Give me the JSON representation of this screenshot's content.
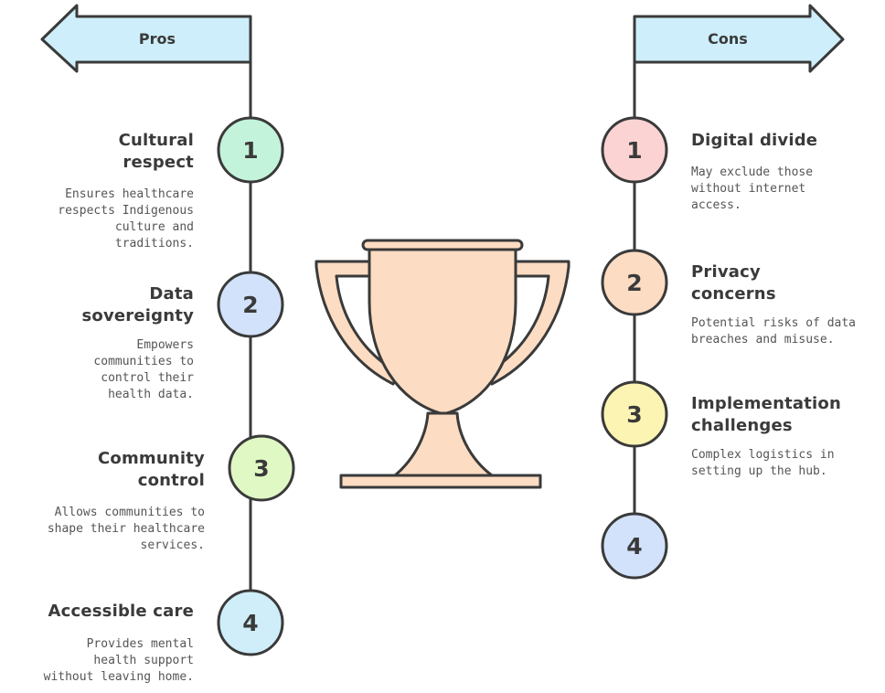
{
  "pros": {
    "label": "Pros",
    "items": [
      {
        "number": "1",
        "title": "Cultural respect",
        "description": "Ensures healthcare respects Indigenous culture and traditions."
      },
      {
        "number": "2",
        "title": "Data sovereignty",
        "description": "Empowers communities to control their health data."
      },
      {
        "number": "3",
        "title": "Community control",
        "description": "Allows communities to shape their healthcare services."
      },
      {
        "number": "4",
        "title": "Accessible care",
        "description": "Provides mental health support without leaving home."
      }
    ]
  },
  "cons": {
    "label": "Cons",
    "items": [
      {
        "number": "1",
        "title": "Digital divide",
        "description": "May exclude those without internet access."
      },
      {
        "number": "2",
        "title": "Privacy concerns",
        "description": "Potential risks of data breaches and misuse."
      },
      {
        "number": "3",
        "title": "Implementation challenges",
        "description": "Complex logistics in setting up the hub."
      },
      {
        "number": "4",
        "title": "",
        "description": ""
      }
    ]
  },
  "colors": {
    "banner_fill": "#cdeefa",
    "stroke": "#3a3a3a",
    "trophy_fill": "#fcdcc2",
    "pros_circles": [
      "#c4f3db",
      "#d2e2fb",
      "#e0f8c4",
      "#cfeefa"
    ],
    "cons_circles": [
      "#fbd3d3",
      "#fcdcc2",
      "#fbf4b3",
      "#d2e2fb"
    ]
  }
}
